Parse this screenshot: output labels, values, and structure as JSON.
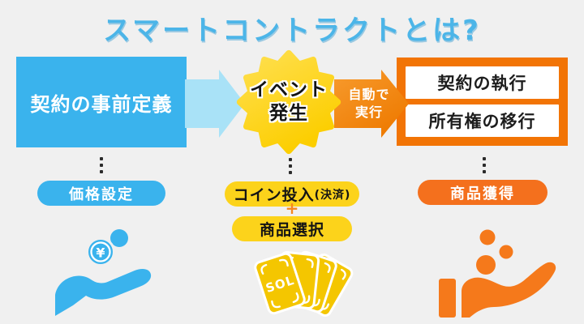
{
  "title": "スマートコントラクトとは?",
  "flow": {
    "predefinition": "契約の事前定義",
    "event": {
      "line1": "イベント",
      "line2": "発生"
    },
    "auto": {
      "line1": "自動で",
      "line2": "実行"
    },
    "execution": {
      "item1": "契約の執行",
      "item2": "所有権の移行"
    }
  },
  "steps": {
    "price": "価格設定",
    "coin_main": "コイン投入",
    "coin_note": "(決済)",
    "plus": "+",
    "select": "商品選択",
    "acquire": "商品獲得"
  },
  "icons": {
    "yen_symbol": "¥",
    "card_label": "SOL",
    "left_icon": "hand-with-yen-coin",
    "middle_icon": "sol-card-fan",
    "right_icon": "hand-receiving-coins"
  },
  "colors": {
    "background": "#f0f0f0",
    "title_blue": "#4cb5e8",
    "primary_blue": "#3ab3ed",
    "arrow_light_blue": "#a9e2f7",
    "burst_yellow_light": "#ffe052",
    "burst_yellow": "#fcce00",
    "pill_yellow": "#fcd31b",
    "arrow_orange_light": "#f79b2e",
    "arrow_orange": "#ee7a00",
    "frame_orange": "#f27405",
    "pill_orange": "#f4701d",
    "card_yellow": "#f4c600",
    "hand_orange": "#f5791b",
    "text_dark": "#1d1d1d"
  }
}
